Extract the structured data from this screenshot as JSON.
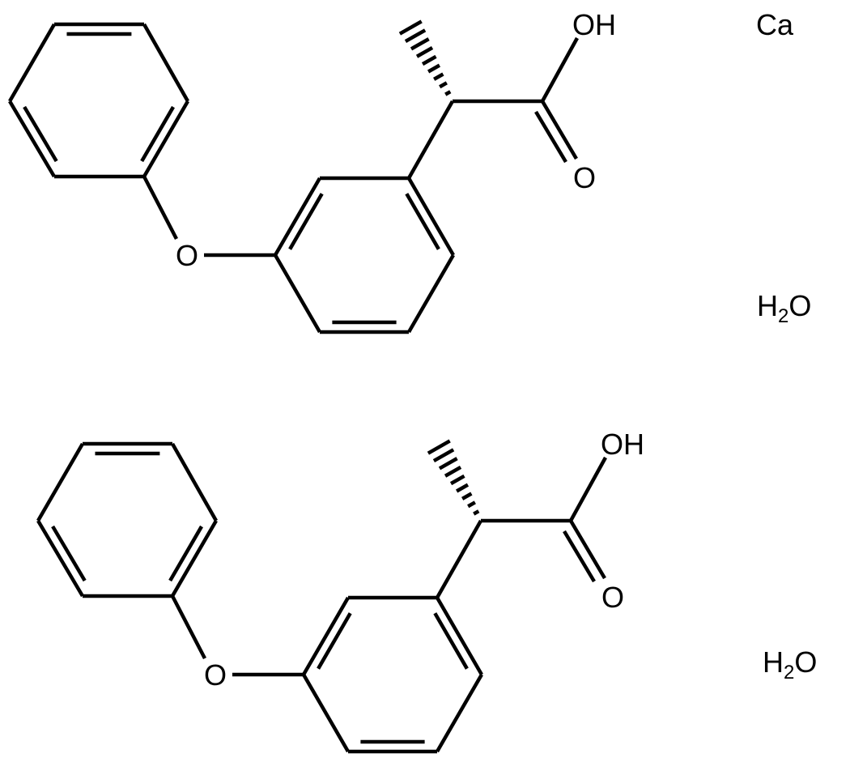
{
  "title": "Fenoprofen calcium hydrate structure",
  "molecules": [
    {
      "oh_label": "OH",
      "o_label": "O",
      "ether_o_label": "O"
    },
    {
      "oh_label": "OH",
      "o_label": "O",
      "ether_o_label": "O"
    }
  ],
  "counterion": {
    "label": "Ca"
  },
  "waters": [
    {
      "h": "H",
      "sub": "2",
      "o": "O"
    },
    {
      "h": "H",
      "sub": "2",
      "o": "O"
    }
  ],
  "colors": {
    "ink": "#000000",
    "background": "#ffffff"
  }
}
